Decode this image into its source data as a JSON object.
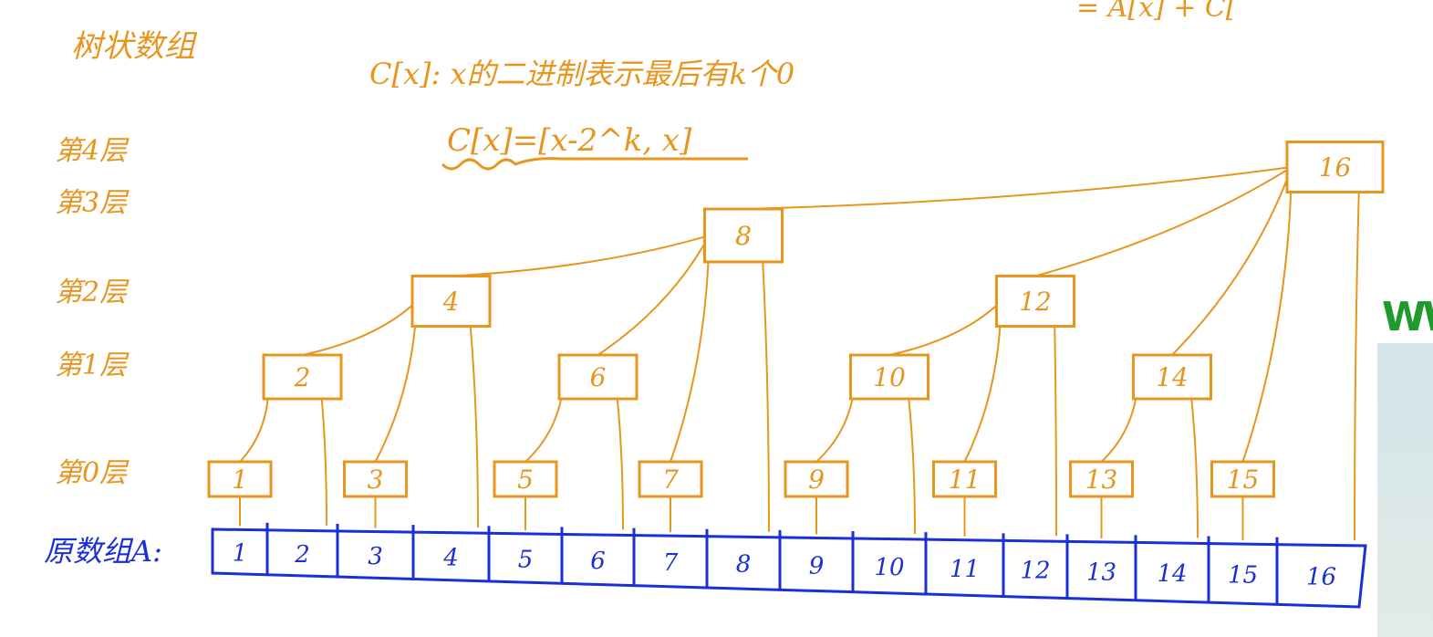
{
  "title": "树状数组",
  "definition": "C[x]: x的二进制表示最后有k个0",
  "formula": "C[x]=[x-2^k, x]",
  "top_right_partial": "= A[x] + C[",
  "watermark_partial": "WW",
  "levels": [
    "第4层",
    "第3层",
    "第2层",
    "第1层",
    "第0层"
  ],
  "array_label": "原数组A:",
  "array_values": [
    "1",
    "2",
    "3",
    "4",
    "5",
    "6",
    "7",
    "8",
    "9",
    "10",
    "11",
    "12",
    "13",
    "14",
    "15",
    "16"
  ],
  "tree_nodes": [
    {
      "label": "1",
      "level": 0
    },
    {
      "label": "2",
      "level": 1
    },
    {
      "label": "3",
      "level": 0
    },
    {
      "label": "4",
      "level": 2
    },
    {
      "label": "5",
      "level": 0
    },
    {
      "label": "6",
      "level": 1
    },
    {
      "label": "7",
      "level": 0
    },
    {
      "label": "8",
      "level": 3
    },
    {
      "label": "9",
      "level": 0
    },
    {
      "label": "10",
      "level": 1
    },
    {
      "label": "11",
      "level": 0
    },
    {
      "label": "12",
      "level": 2
    },
    {
      "label": "13",
      "level": 0
    },
    {
      "label": "14",
      "level": 1
    },
    {
      "label": "15",
      "level": 0
    },
    {
      "label": "16",
      "level": 4
    }
  ],
  "colors": {
    "tree": "#e8951e",
    "array": "#1a2fd6",
    "watermark": "#1f9a2c"
  }
}
